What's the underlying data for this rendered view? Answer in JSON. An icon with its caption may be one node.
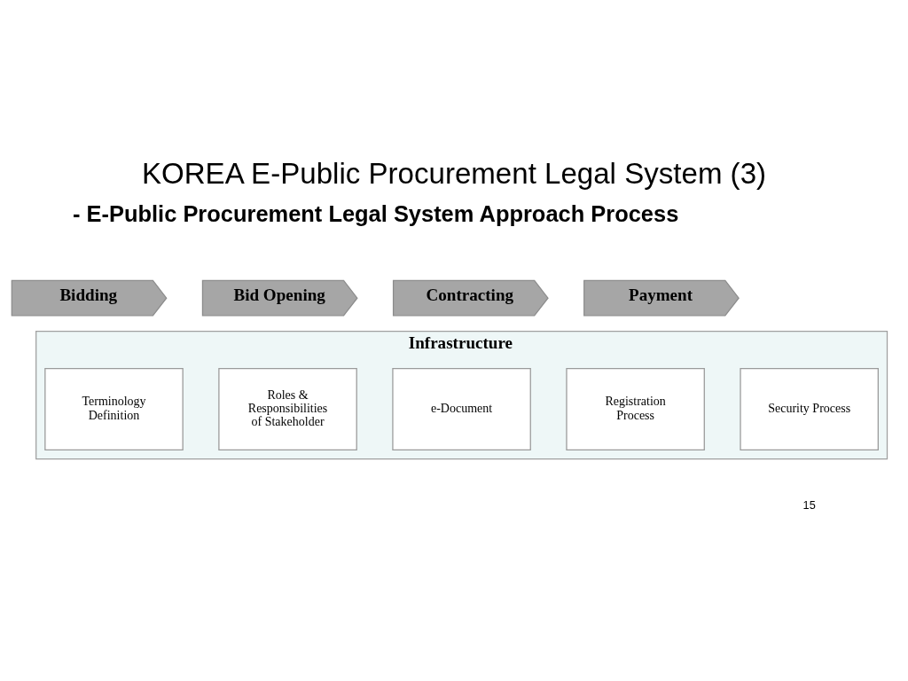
{
  "diagram": {
    "title": "KOREA E-Public Procurement Legal System (3)",
    "nodes": [
      {
        "text": [
          "Bidding"
        ]
      },
      {
        "text": [
          "Bid Opening"
        ]
      },
      {
        "text": [
          "Contracting"
        ]
      },
      {
        "text": [
          "Payment"
        ]
      },
      {
        "text": [
          "Infrastructure"
        ]
      },
      {
        "text": [
          "Terminology Definition"
        ],
        "in": 4
      },
      {
        "text": [
          "Roles & Responsibilities of Stakeholder"
        ],
        "in": 4
      },
      {
        "text": [
          "e-Document"
        ],
        "in": 4
      },
      {
        "text": [
          "Registration Process"
        ],
        "in": 4
      },
      {
        "text": [
          "Security Process"
        ],
        "in": 4
      }
    ],
    "labels": [
      "- E-Public Procurement Legal System Approach Process",
      "15"
    ]
  }
}
